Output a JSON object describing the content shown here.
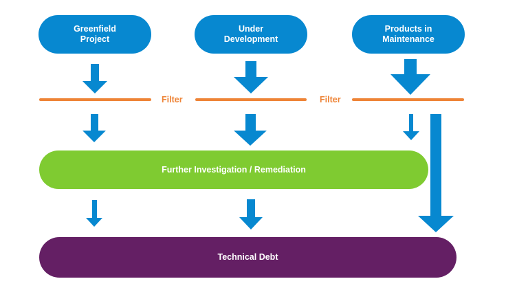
{
  "sources": [
    {
      "label": "Greenfield\nProject"
    },
    {
      "label": "Under\nDevelopment"
    },
    {
      "label": "Products in\nMaintenance"
    }
  ],
  "filters": [
    {
      "label": "Filter"
    },
    {
      "label": "Filter"
    }
  ],
  "stages": {
    "investigation": "Further Investigation / Remediation",
    "debt": "Technical Debt"
  },
  "colors": {
    "source": "#0788d0",
    "arrow": "#0788d0",
    "filter": "#ee8437",
    "investigation": "#7fcb31",
    "debt": "#641f64"
  }
}
